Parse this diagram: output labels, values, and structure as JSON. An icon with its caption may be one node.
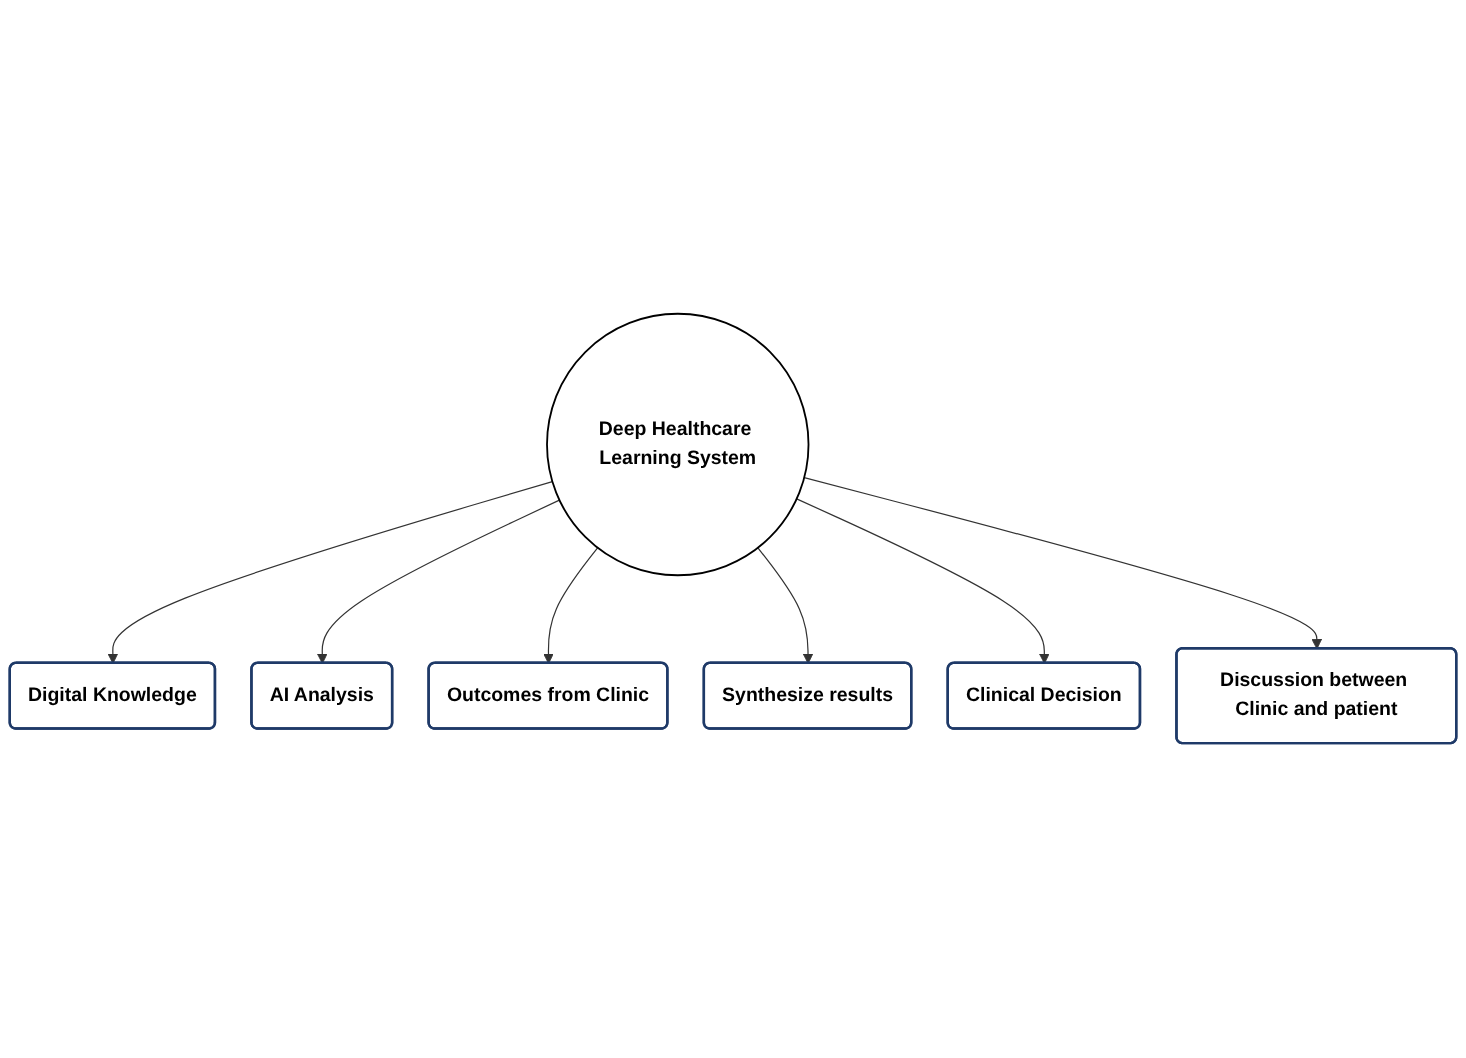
{
  "diagram": {
    "nodes": [
      {
        "text": [
          "Digital Knowledge"
        ]
      },
      {
        "text": [
          "AI Analysis"
        ]
      },
      {
        "text": [
          "Deep Healthcare Learning System"
        ]
      },
      {
        "text": [
          "Outcomes from Clinic"
        ]
      },
      {
        "text": [
          "Synthesize results"
        ]
      },
      {
        "text": [
          "Clinical Decision"
        ]
      },
      {
        "text": [
          "Discussion between Clinic and patient"
        ]
      }
    ],
    "edges": [
      {
        "from": 2,
        "to": 0,
        "arrow": "to"
      },
      {
        "from": 2,
        "to": 1,
        "arrow": "to"
      },
      {
        "from": 2,
        "to": 3,
        "arrow": "to"
      },
      {
        "from": 2,
        "to": 4,
        "arrow": "to"
      },
      {
        "from": 2,
        "to": 5,
        "arrow": "to"
      },
      {
        "from": 2,
        "to": 6,
        "arrow": "to"
      }
    ]
  }
}
